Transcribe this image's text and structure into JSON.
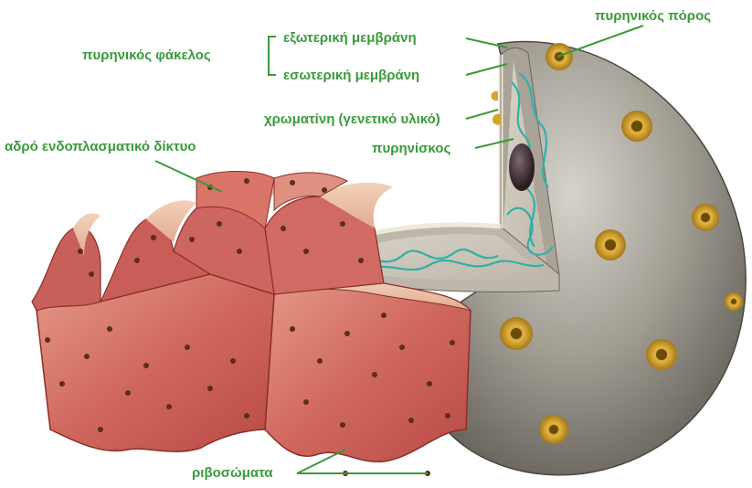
{
  "labels": {
    "nuclear_pore": "πυρηνικός πόρος",
    "outer_membrane": "εξωτερική μεμβράνη",
    "inner_membrane": "εσωτερική μεμβράνη",
    "nuclear_envelope": "πυρηνικός φάκελος",
    "chromatin": "χρωματίνη (γενετικό υλικό)",
    "nucleolus": "πυρηνίσκος",
    "rough_er": "αδρό ενδοπλασματικό δίκτυο",
    "ribosomes": "ριβοσώματα"
  },
  "colors": {
    "label_text": "#3a9a3a",
    "leader_line": "#3a9a3a",
    "nucleus_shell": "#8e8a80",
    "nuclear_pore": "#c99a2a",
    "er_membrane": "#c9605a",
    "ribosome": "#5a3010",
    "chromatin": "#30b0a8",
    "nucleolus": "#3a2a30"
  }
}
